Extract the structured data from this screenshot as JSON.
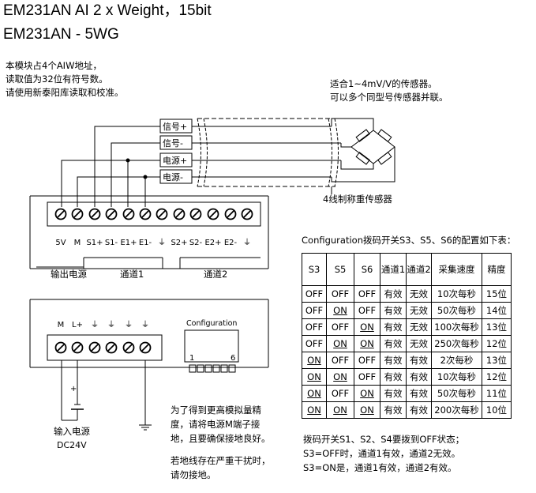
{
  "header": {
    "title_line1": "EM231AN  AI 2 x Weight，15bit",
    "title_line2": "EM231AN - 5WG"
  },
  "intro_notes": [
    "本模块占4个AIW地址，",
    "读取值为32位有符号数。",
    "请使用新泰阳库读取和校准。"
  ],
  "sensor_notes": [
    "适合1~4mV/V的传感器。",
    "可以多个同型号传感器并联。"
  ],
  "wire_labels": [
    "信号+",
    "信号-",
    "电源+",
    "电源-"
  ],
  "sensor_label": "4线制称重传感器",
  "upper_terminals": [
    "5V",
    "M",
    "S1+",
    "S1-",
    "E1+",
    "E1-",
    "⏚",
    "S2+",
    "S2-",
    "E2+",
    "E2-",
    "⏚"
  ],
  "upper_groups": [
    "输出电源",
    "通道1",
    "通道2"
  ],
  "lower_terminals": [
    "M",
    "L+",
    "⏚",
    "⏚",
    "⏚",
    "⏚"
  ],
  "config_label": "Configuration",
  "dip_numbers": [
    "1",
    "6"
  ],
  "power_input": [
    "输入电源",
    "DC24V"
  ],
  "grounding_notes": [
    "为了得到更高模拟量精",
    "度，请将电源M端子接",
    "地，且要确保接地良好。",
    "",
    "若地线存在严重干扰时，",
    "请勿接地。"
  ],
  "table_caption": "Configuration拨码开关S3、S5、S6的配置如下表：",
  "table": {
    "headers": [
      "S3",
      "S5",
      "S6",
      "通道1",
      "通道2",
      "采集速度",
      "精度"
    ],
    "rows": [
      [
        "OFF",
        "OFF",
        "OFF",
        "有效",
        "无效",
        "10次每秒",
        "15位"
      ],
      [
        "OFF",
        "ON",
        "OFF",
        "有效",
        "无效",
        "50次每秒",
        "14位"
      ],
      [
        "OFF",
        "OFF",
        "ON",
        "有效",
        "无效",
        "100次每秒",
        "13位"
      ],
      [
        "OFF",
        "ON",
        "ON",
        "有效",
        "无效",
        "250次每秒",
        "12位"
      ],
      [
        "ON",
        "OFF",
        "OFF",
        "有效",
        "有效",
        "2次每秒",
        "13位"
      ],
      [
        "ON",
        "ON",
        "OFF",
        "有效",
        "有效",
        "10次每秒",
        "12位"
      ],
      [
        "ON",
        "OFF",
        "ON",
        "有效",
        "有效",
        "50次每秒",
        "11位"
      ],
      [
        "ON",
        "ON",
        "ON",
        "有效",
        "有效",
        "200次每秒",
        "10位"
      ]
    ]
  },
  "bottom_notes": [
    "拨码开关S1、S2、S4要拨到OFF状态；",
    "S3=OFF时，通道1有效，通道2无效。",
    "S3=ON是，通道1有效，通道2有效。"
  ]
}
